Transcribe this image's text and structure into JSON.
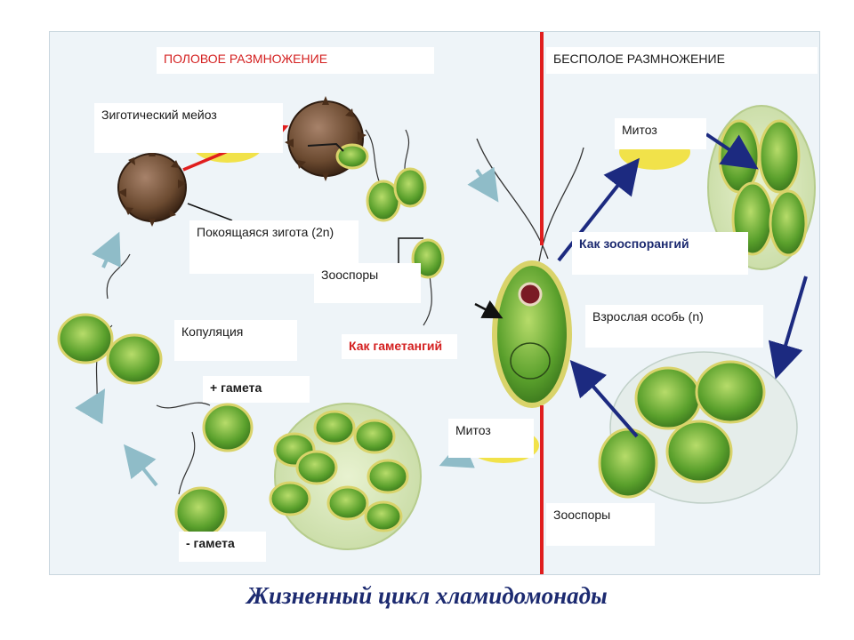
{
  "sections": {
    "sexual": "ПОЛОВОЕ РАЗМНОЖЕНИЕ",
    "asexual": "БЕСПОЛОЕ РАЗМНОЖЕНИЕ"
  },
  "labels": {
    "zygotic_meiosis": "Зиготический мейоз",
    "resting_zygote": "Покоящаяся зигота (2n)",
    "zoospores_left": "Зооспоры",
    "copulation": "Копуляция",
    "as_gametangium": "Как гаметангий",
    "plus_gamete": "+ гамета",
    "minus_gamete": "- гамета",
    "mitosis_bottom": "Митоз",
    "mitosis_top": "Митоз",
    "as_zoosporangium": "Как зооспорангий",
    "adult": "Взрослая особь (n)",
    "zoospores_right": "Зооспоры"
  },
  "caption": "Жизненный цикл хламидомонады",
  "colors": {
    "divider": "#e01e1e",
    "navy_arrow": "#1c2a80",
    "pale_arrow": "#8fbcc8",
    "red_arrow": "#e01e1e",
    "cell_green": "#5aa02c",
    "cell_wall": "#d9d36a",
    "zygote_brown": "#6b4a30",
    "yellow_disc": "#f1e24a"
  }
}
